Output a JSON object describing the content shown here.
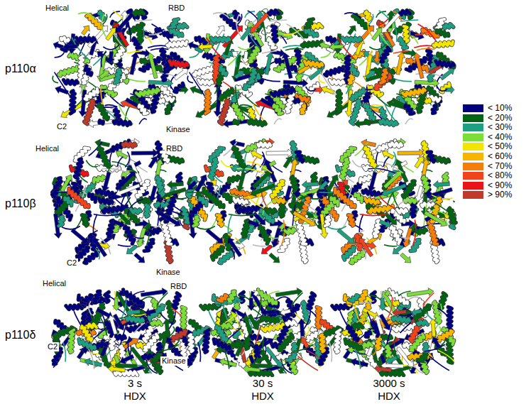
{
  "diagram": {
    "labels": [
      "Helical",
      "RBD",
      "p110α",
      "C2",
      "Kinase",
      "Helical",
      "RBD",
      "p110β",
      "C2",
      "Kinase",
      "Helical",
      "RBD",
      "p110δ",
      "C2",
      "Kinase",
      "3 s",
      "HDX",
      "30 s",
      "HDX",
      "3000 s",
      "HDX"
    ],
    "legend": [
      {
        "text": "< 10%",
        "color": "#00007f"
      },
      {
        "text": "< 20%",
        "color": "#006414"
      },
      {
        "text": "< 30%",
        "color": "#1f9e82"
      },
      {
        "text": "< 40%",
        "color": "#7ddc3a"
      },
      {
        "text": "< 50%",
        "color": "#f2e600"
      },
      {
        "text": "< 60%",
        "color": "#f7b500"
      },
      {
        "text": "< 70%",
        "color": "#f57e0a"
      },
      {
        "text": "< 80%",
        "color": "#f0441e"
      },
      {
        "text": "< 90%",
        "color": "#e8141a"
      },
      {
        "text": "> 90%",
        "color": "#c0392b"
      }
    ]
  }
}
